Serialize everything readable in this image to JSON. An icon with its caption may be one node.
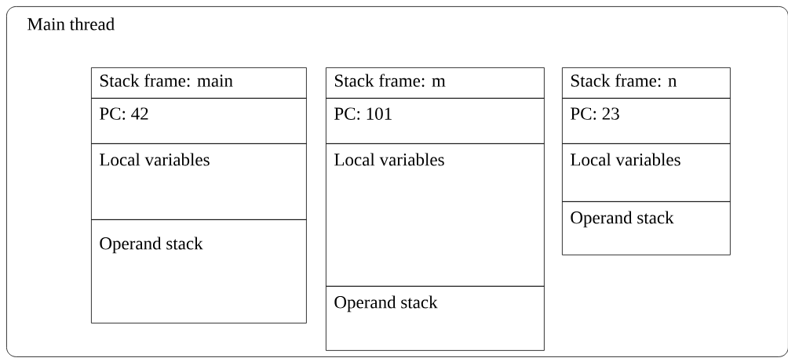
{
  "diagram": {
    "nodes": [
      {
        "text": [
          "Main thread"
        ]
      },
      {
        "text": [
          "Stack frame: main"
        ],
        "in": 0
      },
      {
        "text": [
          "PC: 42"
        ],
        "in": 0
      },
      {
        "text": [
          "Local variables"
        ],
        "in": 0
      },
      {
        "text": [
          "Operand stack"
        ],
        "in": 0
      },
      {
        "text": [
          "Stack frame: m"
        ],
        "in": 0
      },
      {
        "text": [
          "PC: 101"
        ],
        "in": 0
      },
      {
        "text": [
          "Local variables"
        ],
        "in": 0
      },
      {
        "text": [
          "Operand stack"
        ],
        "in": 0
      },
      {
        "text": [
          "Stack frame: n"
        ],
        "in": 0
      },
      {
        "text": [
          "PC: 23"
        ],
        "in": 0
      },
      {
        "text": [
          "Local variables"
        ],
        "in": 0
      },
      {
        "text": [
          "Operand stack"
        ],
        "in": 0
      }
    ]
  }
}
